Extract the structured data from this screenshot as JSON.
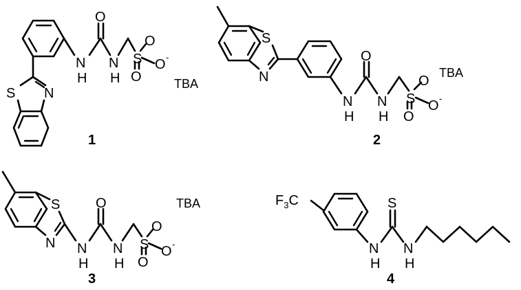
{
  "figure": {
    "compounds": [
      {
        "label": "1",
        "counterion": "TBA",
        "atoms": [
          "O",
          "H",
          "N",
          "H",
          "N",
          "S",
          "O",
          "O",
          "O",
          "-",
          "S",
          "N"
        ]
      },
      {
        "label": "2",
        "counterion": "TBA",
        "atoms": [
          "S",
          "N",
          "O",
          "H",
          "N",
          "H",
          "N",
          "S",
          "O",
          "O",
          "O",
          "-"
        ]
      },
      {
        "label": "3",
        "counterion": "TBA",
        "atoms": [
          "S",
          "N",
          "O",
          "H",
          "N",
          "H",
          "N",
          "S",
          "O",
          "O",
          "O",
          "-"
        ]
      },
      {
        "label": "4",
        "substituent": {
          "main": "F",
          "sub": "3",
          "end": "C"
        },
        "atoms": [
          "S",
          "H",
          "N",
          "H",
          "N"
        ]
      }
    ]
  }
}
